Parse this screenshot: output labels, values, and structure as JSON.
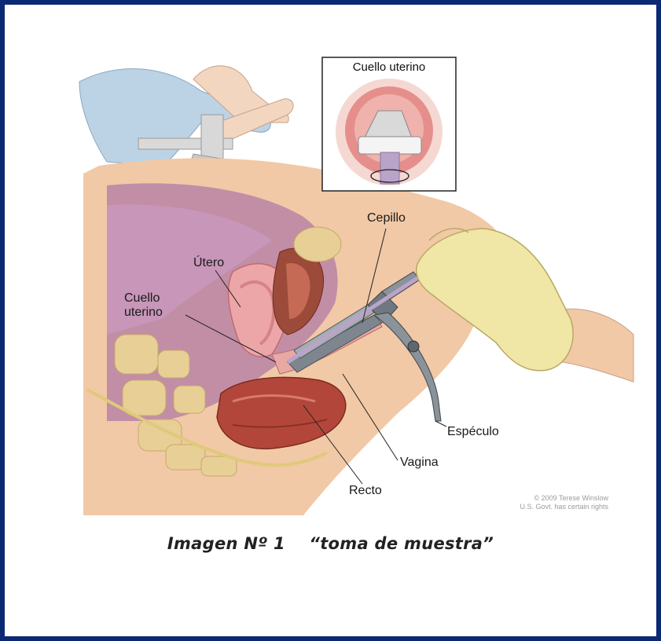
{
  "labels": {
    "inset_title": "Cuello uterino",
    "cepillo": "Cepillo",
    "utero": "Útero",
    "cuello_line1": "Cuello",
    "cuello_line2": "uterino",
    "especulo": "Espéculo",
    "vagina": "Vagina",
    "recto": "Recto"
  },
  "credit": {
    "line1": "© 2009 Terese Winslow",
    "line2": "U.S. Govt. has certain rights"
  },
  "caption": "Imagen Nº 1    “toma de muestra”",
  "colors": {
    "frame": "#0b2a73",
    "skin": "#f1c9a6",
    "tissue": "#e6a59e",
    "cavity": "#b07aa5",
    "bone": "#e7cf96",
    "rectum": "#b3463a",
    "glove": "#f0e6a6",
    "metal": "#6f7880"
  }
}
